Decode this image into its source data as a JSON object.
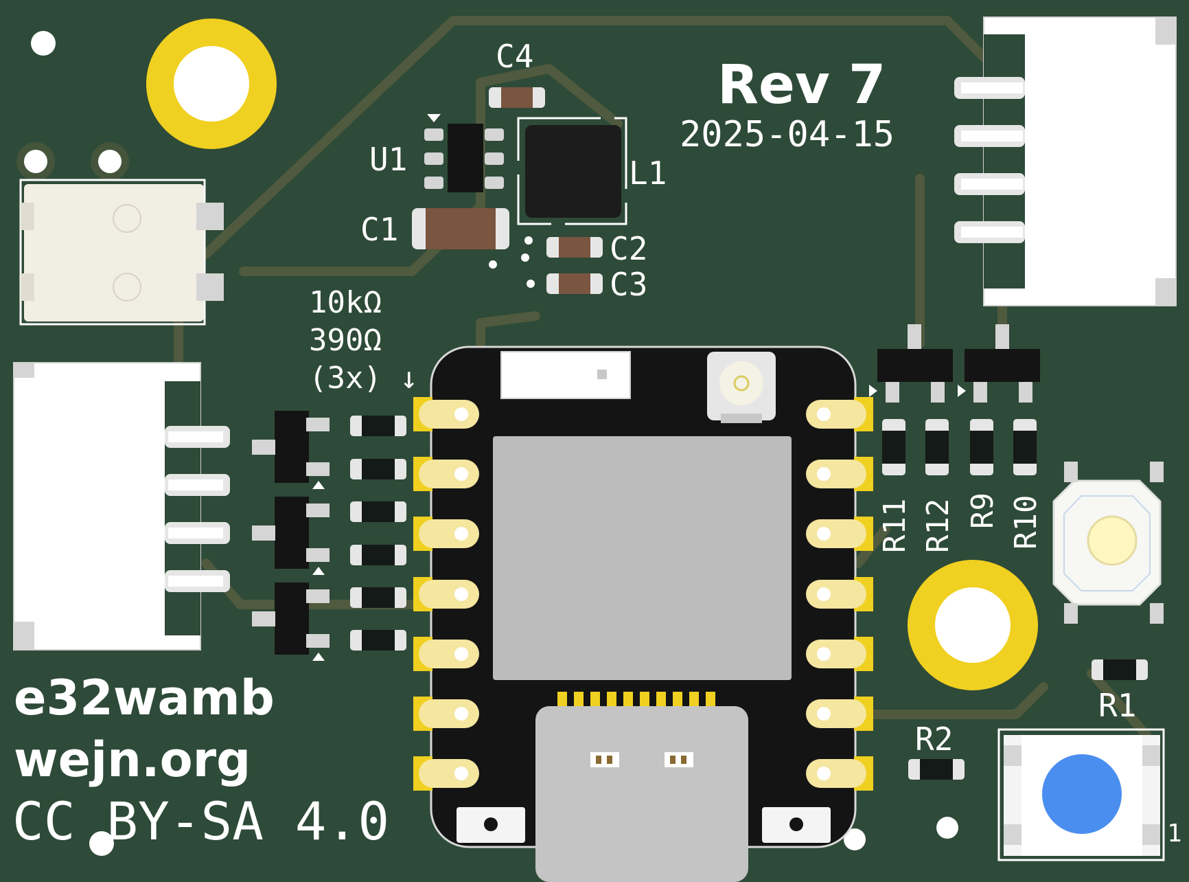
{
  "board": {
    "name": "e32wamb",
    "website": "wejn.org",
    "license": "CC BY-SA 4.0",
    "revision": "Rev 7",
    "date": "2025-04-15"
  },
  "resistor_note": {
    "line1": "10kΩ",
    "line2": "390Ω",
    "line3": "(3x) ↓"
  },
  "components": {
    "c1": "C1",
    "c2": "C2",
    "c3": "C3",
    "c4": "C4",
    "u1": "U1",
    "l1": "L1",
    "r1": "R1",
    "r2": "R2",
    "r9": "R9",
    "r10": "R10",
    "r11": "R11",
    "r12": "R12",
    "pin1": "1"
  },
  "colors": {
    "pcb": "#2e4a38",
    "copper_trace": "#4f5a3e",
    "gold_pad": "#f0d020",
    "silkscreen": "#ffffff",
    "module": "#161616",
    "button_cap": "#4a8ef0"
  }
}
